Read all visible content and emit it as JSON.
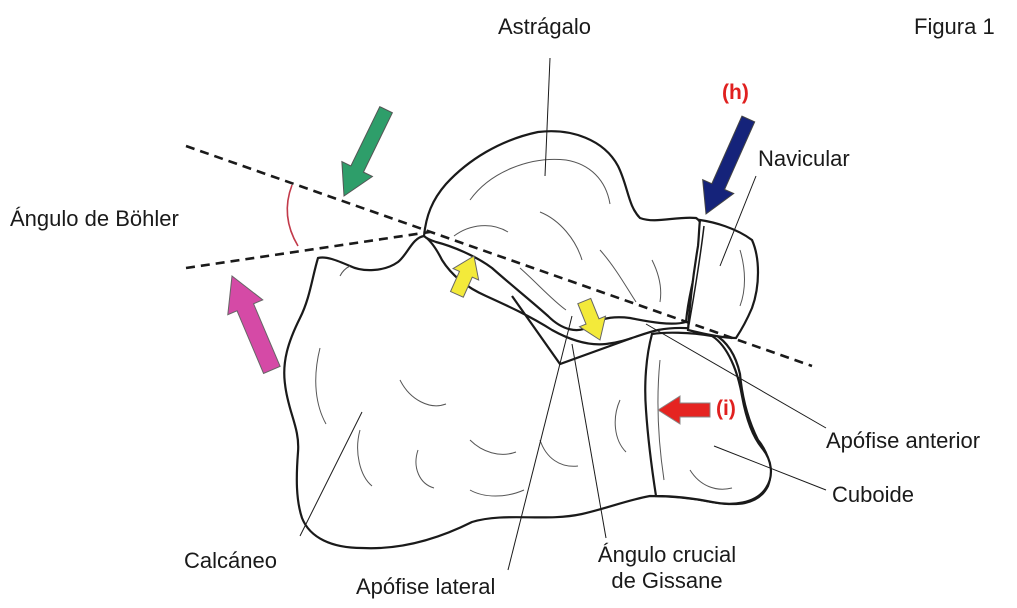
{
  "figure_label": "Figura 1",
  "labels": {
    "astragalo": "Astrágalo",
    "navicular": "Navicular",
    "angulo_bohler": "Ángulo de Böhler",
    "apofise_anterior": "Apófise anterior",
    "cuboide": "Cuboide",
    "calcaneo": "Calcáneo",
    "apofise_lateral": "Apófise lateral",
    "angulo_crucial_line1": "Ángulo crucial",
    "angulo_crucial_line2": "de Gissane"
  },
  "markers": {
    "h": "(h)",
    "i": "(i)"
  },
  "colors": {
    "marker_text": "#e0201f",
    "arrow_green": "#2e9e6a",
    "arrow_navy": "#15237a",
    "arrow_magenta": "#d54aa6",
    "arrow_yellow": "#f3ea3a",
    "arrow_red": "#e52421",
    "bohler_arc": "#c23a4a",
    "line": "#1a1a1a"
  }
}
